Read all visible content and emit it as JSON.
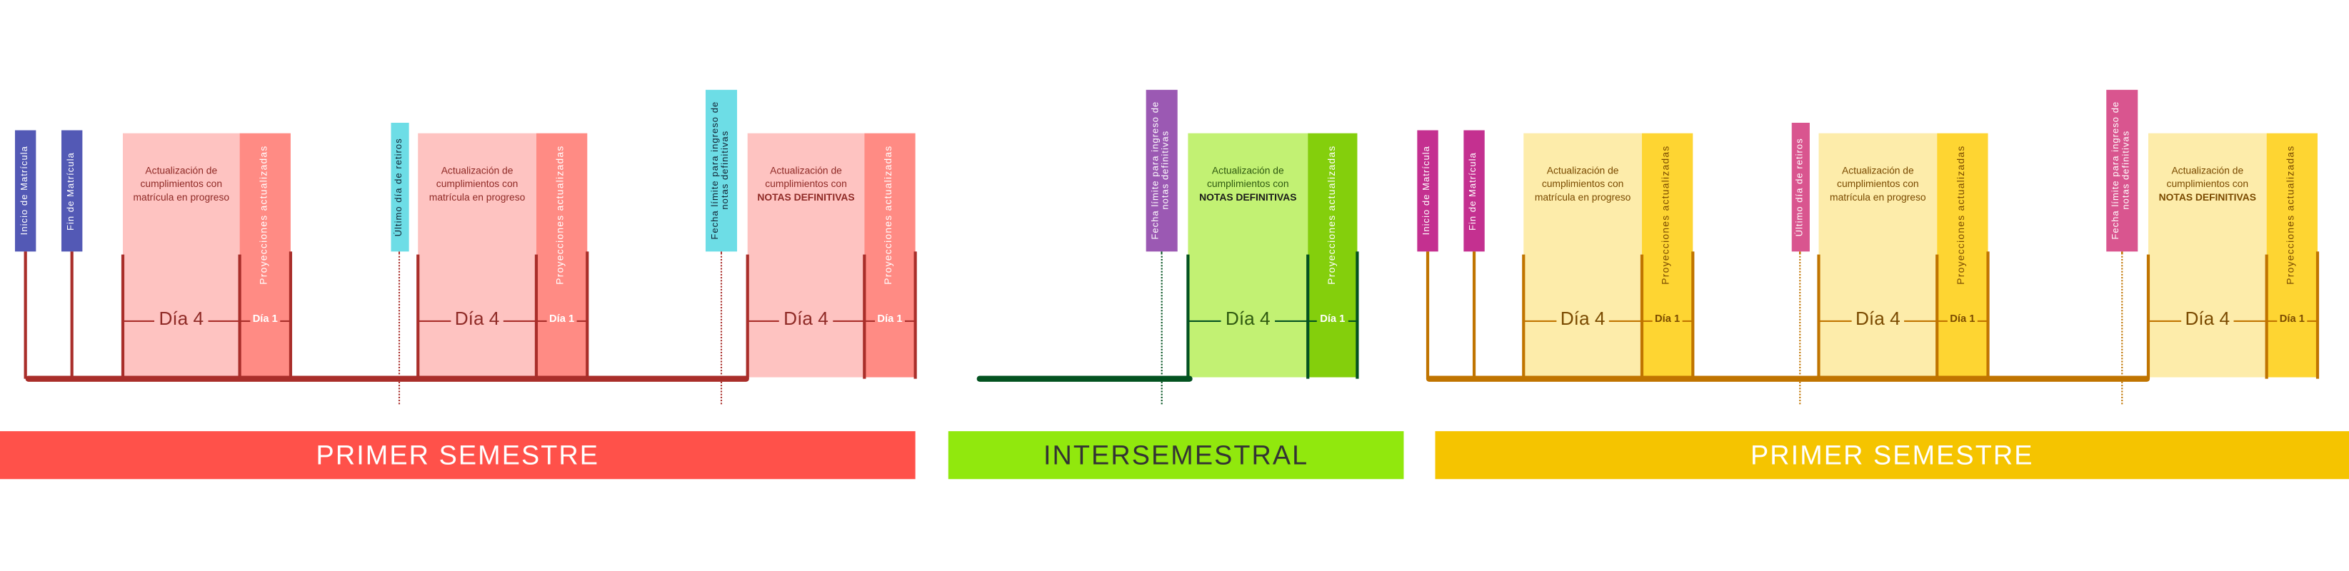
{
  "sections": [
    {
      "id": "red",
      "banner": "PRIMER SEMESTRE",
      "colors": {
        "light": "#fec3c1",
        "dark": "#ff8b84",
        "line": "#a92e2a",
        "text": "#8f2a26",
        "dia1": "#ffffff",
        "banner": "#ff514a",
        "banner_text": "#ffffff"
      },
      "tags": [
        {
          "label": "Inicio de Matrícula",
          "color": "#5359b5"
        },
        {
          "label": "Fin de Matrícula",
          "color": "#5359b5"
        },
        {
          "label": "Último día de retiros",
          "color": "#6ddde6",
          "text_color": "#123"
        },
        {
          "label": "Fecha límite para ingreso de notas definitivas",
          "color": "#6ddde6",
          "text_color": "#123"
        }
      ],
      "boxes": [
        {
          "text": "Actualización de cumplimientos con",
          "text2": "matrícula en progreso",
          "bold": "",
          "proj": "Proyecciones actualizadas",
          "dia4": "Día 4",
          "dia1": "Día 1"
        },
        {
          "text": "Actualización de cumplimientos con",
          "text2": "matrícula en progreso",
          "bold": "",
          "proj": "Proyecciones actualizadas",
          "dia4": "Día 4",
          "dia1": "Día 1"
        },
        {
          "text": "Actualización de cumplimientos con",
          "text2": "",
          "bold": "NOTAS DEFINITIVAS",
          "proj": "Proyecciones actualizadas",
          "dia4": "Día 4",
          "dia1": "Día 1"
        }
      ]
    },
    {
      "id": "green",
      "banner": "INTERSEMESTRAL",
      "colors": {
        "light": "#c2f173",
        "dark": "#84cf0c",
        "line": "#035220",
        "text": "#2f5a10",
        "dia1": "#ffffff",
        "banner": "#91e80d",
        "banner_text": "#333333"
      },
      "tags": [
        {
          "label": "Fecha límite para ingreso de notas definitivas",
          "color": "#9b59b3"
        }
      ],
      "boxes": [
        {
          "text": "Actualización de cumplimientos con",
          "text2": "",
          "bold": "NOTAS DEFINITIVAS",
          "proj": "Proyecciones actualizadas",
          "dia4": "Día 4",
          "dia1": "Día 1"
        }
      ]
    },
    {
      "id": "yellow",
      "banner": "PRIMER SEMESTRE",
      "colors": {
        "light": "#fdecaa",
        "dark": "#fed532",
        "line": "#c07400",
        "text": "#7a4a00",
        "dia1": "#7a4a00",
        "banner": "#f5c400",
        "banner_text": "#ffffff"
      },
      "tags": [
        {
          "label": "Inicio de Matrícula",
          "color": "#c43090"
        },
        {
          "label": "Fin de Matrícula",
          "color": "#c43090"
        },
        {
          "label": "Último día de retiros",
          "color": "#d9558f"
        },
        {
          "label": "Fecha límite para ingreso de notas definitivas",
          "color": "#d9558f"
        }
      ],
      "boxes": [
        {
          "text": "Actualización de cumplimientos con",
          "text2": "matrícula en progreso",
          "bold": "",
          "proj": "Proyecciones actualizadas",
          "dia4": "Día 4",
          "dia1": "Día 1"
        },
        {
          "text": "Actualización de cumplimientos con",
          "text2": "matrícula en progreso",
          "bold": "",
          "proj": "Proyecciones actualizadas",
          "dia4": "Día 4",
          "dia1": "Día 1"
        },
        {
          "text": "Actualización de cumplimientos con",
          "text2": "",
          "bold": "NOTAS DEFINITIVAS",
          "proj": "Proyecciones actualizadas",
          "dia4": "Día 4",
          "dia1": "Día 1"
        }
      ]
    }
  ]
}
